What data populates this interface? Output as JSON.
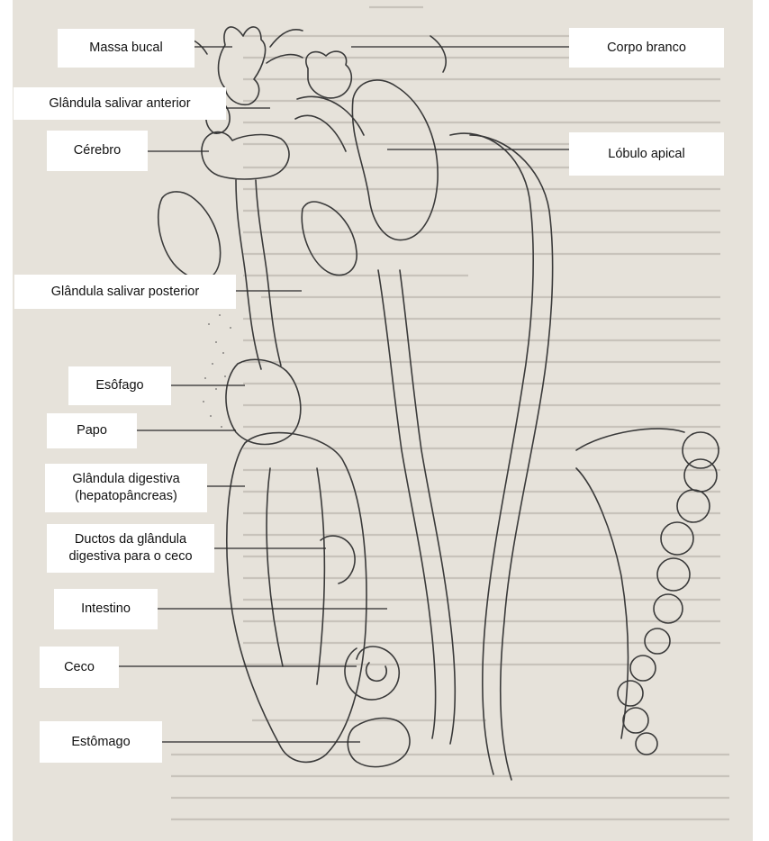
{
  "labels": {
    "massa_bucal": "Massa bucal",
    "glandula_salivar_anterior": "Glândula salivar anterior",
    "cerebro": "Cérebro",
    "glandula_salivar_posterior": "Glândula salivar posterior",
    "esofago": "Esôfago",
    "papo": "Papo",
    "glandula_digestiva": "Glândula digestiva\n(hepatopâncreas)",
    "ductos": "Ductos da glândula\ndigestiva para o ceco",
    "intestino": "Intestino",
    "ceco": "Ceco",
    "estomago": "Estômago",
    "corpo_branco": "Corpo branco",
    "lobulo_apical": "Lóbulo apical"
  },
  "colors": {
    "paper": "#e6e2da",
    "ink": "#3a3a3a",
    "faint_text": "#9a968e",
    "label_bg": "#ffffff"
  }
}
